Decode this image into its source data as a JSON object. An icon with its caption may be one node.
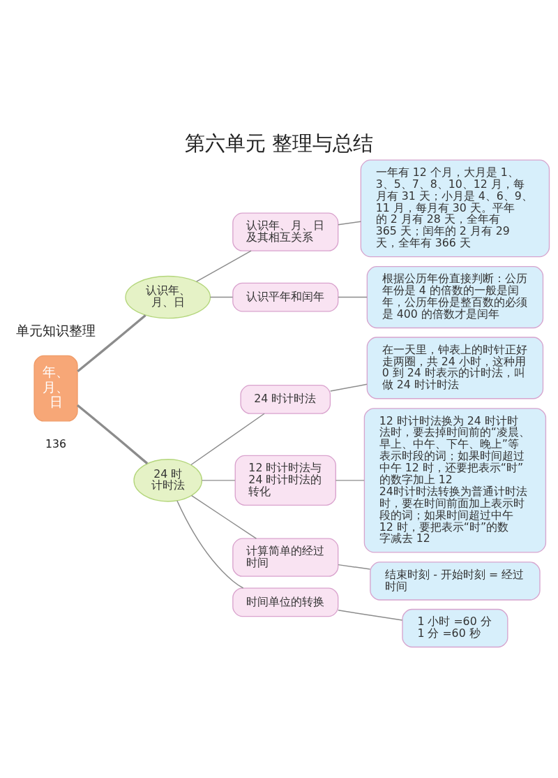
{
  "diagram": {
    "title": "第六单元 整理与总结",
    "nodes": [
      {
        "text": [
          "年、月、日"
        ]
      },
      {
        "text": [
          "认识年、月、日"
        ]
      },
      {
        "text": [
          "认识年、月、日及其相互关系"
        ]
      },
      {
        "text": [
          "一年有 12 个月，大月是 1、3、5、7、8、10、12 月，每月有 31 天；小月是 4、6、9、11 月，每月有 30 天。平年的 2 月有 28 天，全年有 365 天；闰年的 2 月有 29 天，全年有 366 天"
        ]
      },
      {
        "text": [
          "认识平年和闰年"
        ]
      },
      {
        "text": [
          "根据公历年份直接判断：公历年份是 4 的倍数的一般是闰年，公历年份是整百数的必须是 400 的倍数才是闰年"
        ]
      },
      {
        "text": [
          "24 时计时法"
        ]
      },
      {
        "text": [
          "24 时计时法"
        ]
      },
      {
        "text": [
          "在一天里，钟表上的时针正好走两圈，共 24 小时，这种用 0 到 24 时表示的计时法，叫做 24 时计时法"
        ]
      },
      {
        "text": [
          "12 时计时法与 24 时计时法的转化"
        ]
      },
      {
        "text": [
          "12 时计时法换为 24 时计时法时，要去掉时间前的“凌晨、早上、中午、下午、晚上”等表示时段的词；如果时间超过中午 12 时，还要把表示“时”的数字加上 12",
          "24时计时法转换为普通计时法时，要在时间前面加上表示时段的词；如果时间超过中午 12 时，要把表示“时”的数字减去 12"
        ]
      },
      {
        "text": [
          "计算简单的经过时间"
        ]
      },
      {
        "text": [
          "结束时刻 - 开始时刻 = 经过时间"
        ]
      },
      {
        "text": [
          "时间单位的转换"
        ]
      },
      {
        "text": [
          "1 小时 =60 分",
          "1 分 =60 秒"
        ]
      }
    ],
    "edges": [
      {
        "from": 0,
        "to": 1,
        "arrow": "none",
        "style": "thick"
      },
      {
        "from": 1,
        "to": 2,
        "arrow": "none"
      },
      {
        "from": 2,
        "to": 3,
        "arrow": "none"
      },
      {
        "from": 1,
        "to": 4,
        "arrow": "none"
      },
      {
        "from": 4,
        "to": 5,
        "arrow": "none"
      },
      {
        "from": 0,
        "to": 6,
        "arrow": "none",
        "style": "thick"
      },
      {
        "from": 6,
        "to": 7,
        "arrow": "none"
      },
      {
        "from": 7,
        "to": 8,
        "arrow": "none"
      },
      {
        "from": 6,
        "to": 9,
        "arrow": "none"
      },
      {
        "from": 9,
        "to": 10,
        "arrow": "none"
      },
      {
        "from": 6,
        "to": 11,
        "arrow": "none"
      },
      {
        "from": 11,
        "to": 12,
        "arrow": "none"
      },
      {
        "from": 6,
        "to": 13,
        "arrow": "none"
      },
      {
        "from": 13,
        "to": 14,
        "arrow": "none"
      }
    ],
    "labels": [
      "单元知识整理",
      "136"
    ]
  }
}
